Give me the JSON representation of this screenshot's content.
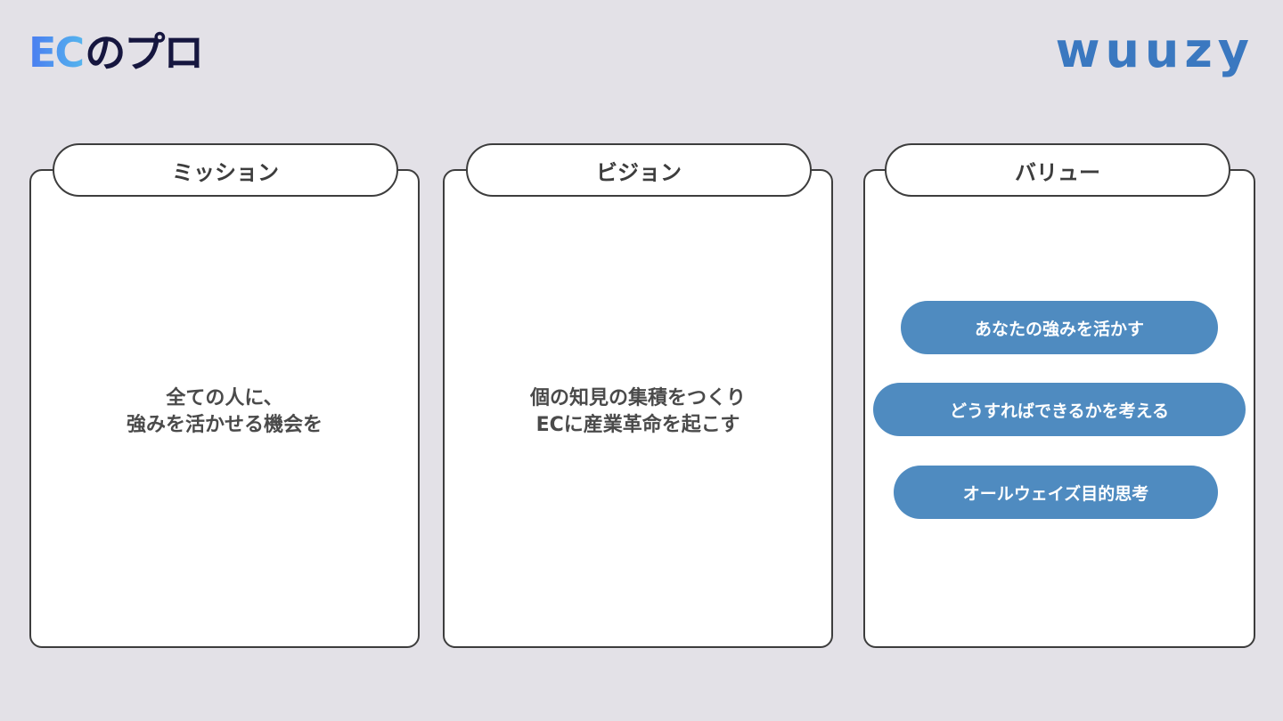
{
  "header": {
    "logo_left_ec": "EC",
    "logo_left_rest": "のプロ",
    "logo_right": "wuuzy"
  },
  "cards": [
    {
      "tab": "ミッション",
      "text": "全ての人に、\n強みを活かせる機会を"
    },
    {
      "tab": "ビジョン",
      "text": "個の知見の集積をつくり\nECに産業革命を起こす"
    },
    {
      "tab": "バリュー",
      "values": [
        "あなたの強みを活かす",
        "どうすればできるかを考える",
        "オールウェイズ目的思考"
      ]
    }
  ],
  "colors": {
    "background": "#e3e1e7",
    "card_border": "#3d3d3d",
    "value_pill": "#4f8bc0",
    "logo_blue": "#3a78c0",
    "logo_navy": "#16163f"
  }
}
